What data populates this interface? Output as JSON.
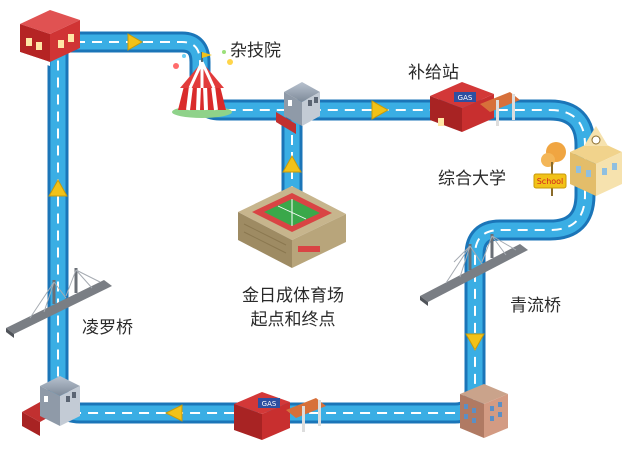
{
  "colors": {
    "route_fill": "#3aaee4",
    "route_edge": "#1b75b8",
    "route_dash": "#ffffff",
    "arrow": "#f2c218",
    "brick_red": "#c62a2a",
    "roof_grey": "#7e8a99"
  },
  "places": {
    "circus": {
      "label": "杂技院"
    },
    "supply_station": {
      "label": "补给站"
    },
    "university": {
      "label": "综合大学",
      "sign": "School"
    },
    "qingliu_bridge": {
      "label": "青流桥"
    },
    "lingluo_bridge": {
      "label": "凌罗桥"
    },
    "stadium": {
      "label_line1": "金日成体育场",
      "label_line2": "起点和终点"
    },
    "gas_station_top": {
      "sign": "GAS"
    },
    "gas_station_bottom": {
      "sign": "GAS"
    }
  }
}
